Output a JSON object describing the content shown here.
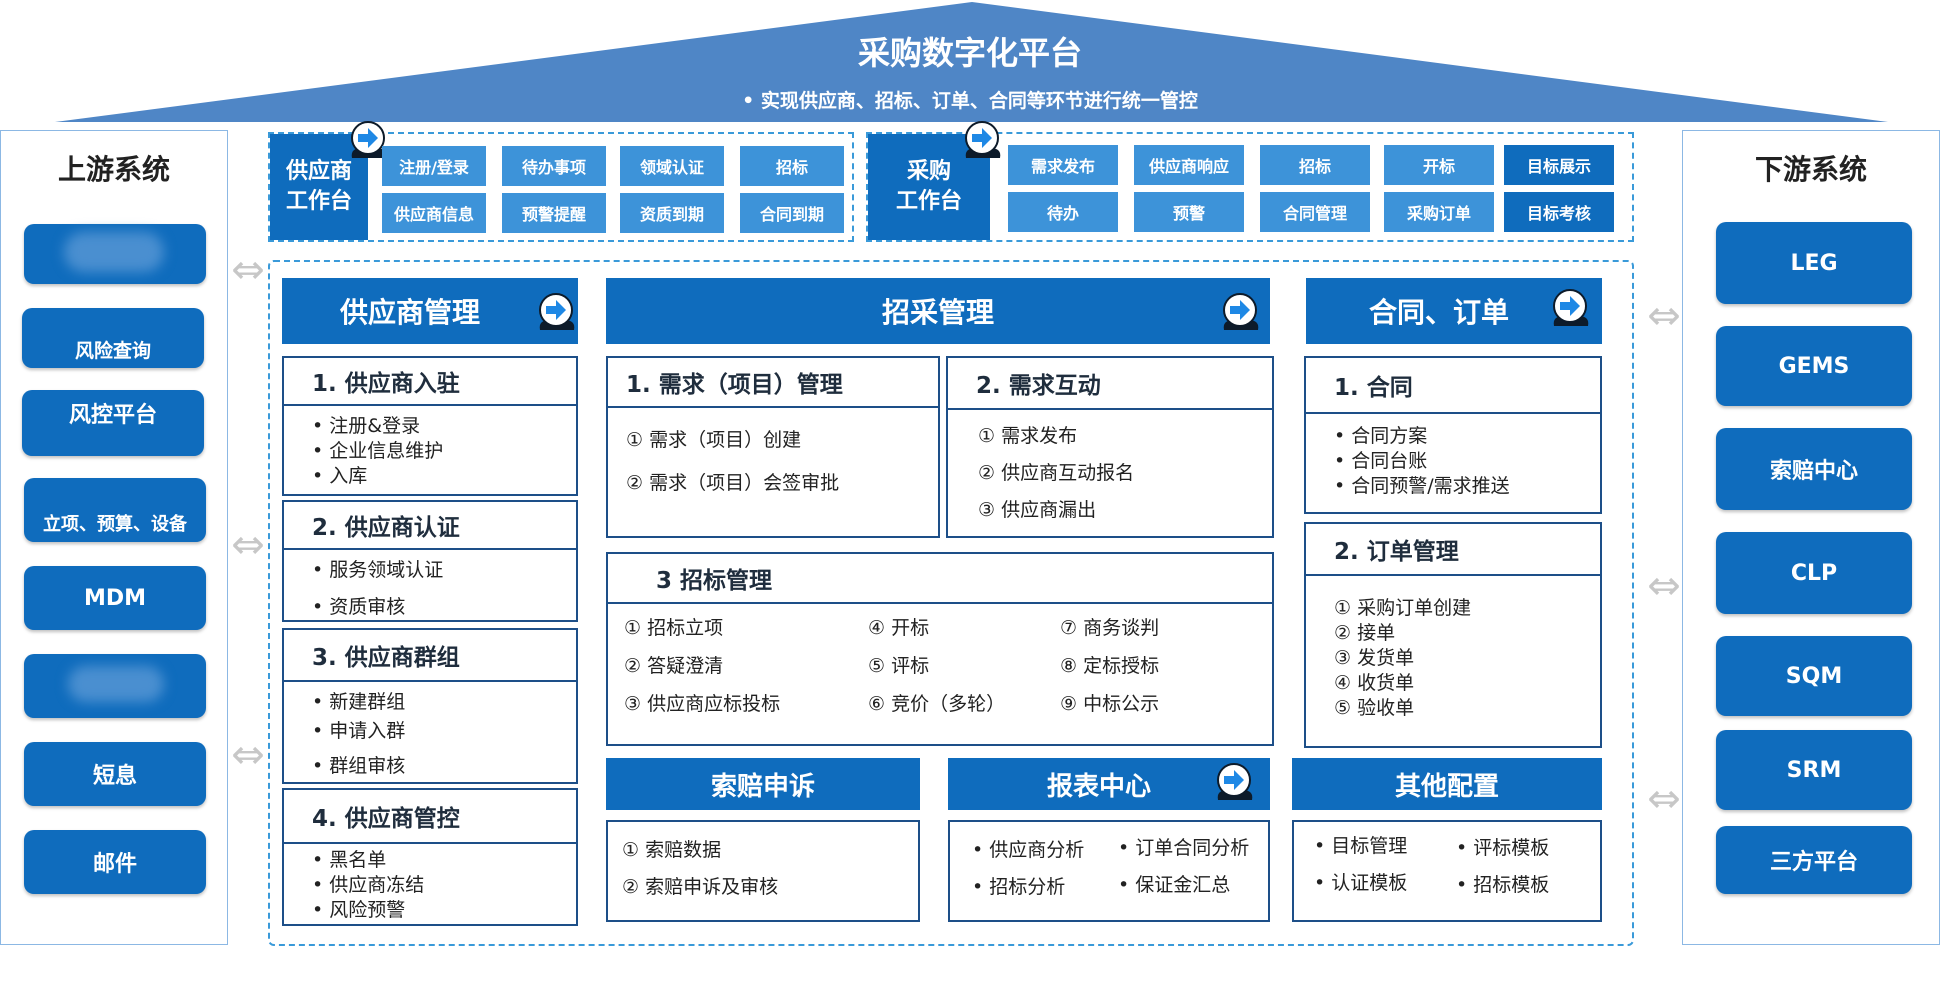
{
  "roof": {
    "title": "采购数字化平台",
    "subtitle": "•  实现供应商、招标、订单、合同等环节进行统一管控"
  },
  "upstream": {
    "title": "上游系统",
    "items": [
      "",
      "风险查询",
      "风控平台",
      "立项、预算、设备",
      "MDM",
      "",
      "短息",
      "邮件"
    ]
  },
  "downstream": {
    "title": "下游系统",
    "items": [
      "LEG",
      "GEMS",
      "索赔中心",
      "CLP",
      "SQM",
      "SRM",
      "三方平台"
    ]
  },
  "supplier_workbench": {
    "label_line1": "供应商",
    "label_line2": "工作台",
    "chips": [
      "注册/登录",
      "待办事项",
      "领域认证",
      "招标",
      "供应商信息",
      "预警提醒",
      "资质到期",
      "合同到期"
    ]
  },
  "purchase_workbench": {
    "label_line1": "采购",
    "label_line2": "工作台",
    "chips": [
      "需求发布",
      "供应商响应",
      "招标",
      "开标",
      "目标展示",
      "待办",
      "预警",
      "合同管理",
      "采购订单",
      "目标考核"
    ]
  },
  "supplier_mgmt": {
    "header": "供应商管理",
    "sections": [
      {
        "title": "1. 供应商入驻",
        "items": [
          "• 注册&登录",
          "• 企业信息维护",
          "• 入库"
        ]
      },
      {
        "title": "2. 供应商认证",
        "items": [
          "• 服务领域认证",
          "• 资质审核"
        ]
      },
      {
        "title": "3. 供应商群组",
        "items": [
          "• 新建群组",
          "• 申请入群",
          "• 群组审核"
        ]
      },
      {
        "title": "4. 供应商管控",
        "items": [
          "• 黑名单",
          "• 供应商冻结",
          "• 风险预警"
        ]
      }
    ]
  },
  "bidding_mgmt": {
    "header": "招采管理",
    "demand": {
      "title": "1. 需求（项目）管理",
      "items": [
        "①   需求（项目）创建",
        "②   需求（项目）会签审批"
      ]
    },
    "interaction": {
      "title": "2. 需求互动",
      "items": [
        "①   需求发布",
        "②   供应商互动报名",
        "③   供应商漏出"
      ]
    },
    "tender": {
      "title": "3 招标管理",
      "col1": [
        "①   招标立项",
        "②   答疑澄清",
        "③   供应商应标投标"
      ],
      "col2": [
        "④ 开标",
        "⑤ 评标",
        "⑥ 竞价（多轮）"
      ],
      "col3": [
        "⑦ 商务谈判",
        "⑧ 定标授标",
        "⑨ 中标公示"
      ]
    }
  },
  "contract_order": {
    "header": "合同、订单",
    "contract": {
      "title": "1. 合同",
      "items": [
        "• 合同方案",
        "• 合同台账",
        "• 合同预警/需求推送"
      ]
    },
    "order": {
      "title": "2. 订单管理",
      "items": [
        "①   采购订单创建",
        "②   接单",
        "③   发货单",
        "④   收货单",
        "⑤   验收单"
      ]
    }
  },
  "claims": {
    "header": "索赔申诉",
    "items": [
      "①   索赔数据",
      "②   索赔申诉及审核"
    ]
  },
  "reports": {
    "header": "报表中心",
    "col1": [
      "• 供应商分析",
      "• 招标分析"
    ],
    "col2": [
      "• 订单合同分析",
      "• 保证金汇总"
    ]
  },
  "config": {
    "header": "其他配置",
    "col1": [
      "• 目标管理",
      "• 认证模板"
    ],
    "col2": [
      "• 评标模板",
      "• 招标模板"
    ]
  },
  "colors": {
    "primary": "#0f6cbd",
    "chip": "#3d93d9",
    "roof": "#4f86c6",
    "border": "#1d4f88"
  }
}
